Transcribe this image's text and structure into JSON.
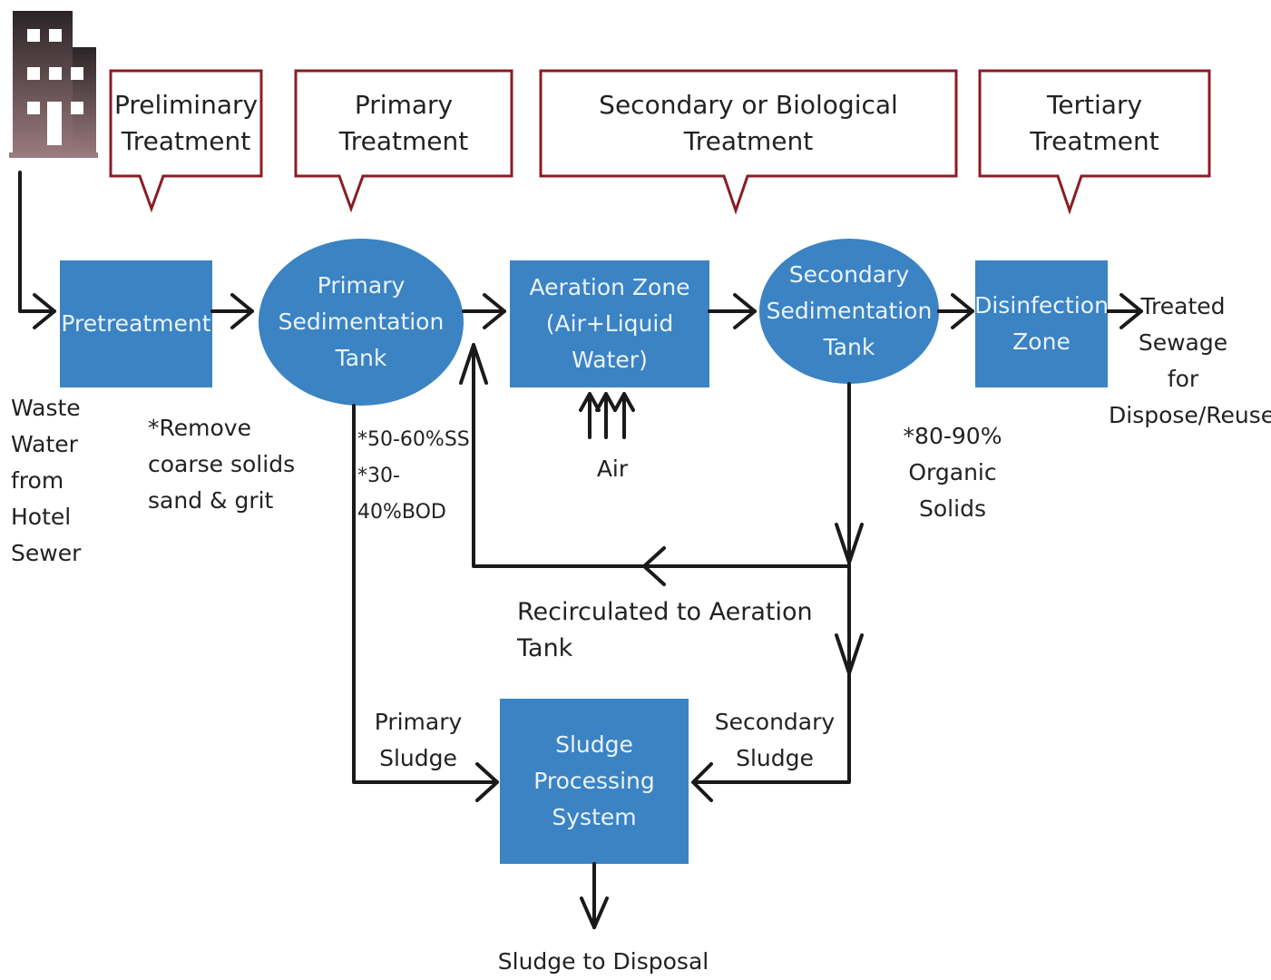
{
  "colors": {
    "node_fill": "#3b83c3",
    "callout_border": "#8b1c24",
    "line": "#1a1a1a",
    "building_top": "#2b2426",
    "building_bottom": "#9a7a7e"
  },
  "icons": {
    "building": "building-icon"
  },
  "stages": [
    {
      "label": "Preliminary\nTreatment"
    },
    {
      "label": "Primary Treatment"
    },
    {
      "label": "Secondary or Biological Treatment"
    },
    {
      "label": "Tertiary Treatment"
    }
  ],
  "nodes": {
    "pretreatment": "Pretreatment",
    "primary_tank": "Primary\nSedimentation\nTank",
    "aeration": "Aeration Zone\n(Air+Liquid Water)",
    "secondary_tank": "Secondary\nSedimentation\nTank",
    "disinfection": "Disinfection\nZone",
    "sludge_processing": "Sludge\nProcessing\nSystem"
  },
  "labels": {
    "input": "Waste\nWater\nfrom\nHotel\nSewer",
    "pretreatment_note": "*Remove\ncoarse solids\nsand & grit",
    "primary_note": "*50-60%SS\n*30-40%BOD",
    "air": "Air",
    "secondary_note": "*80-90% Organic\nSolids",
    "output": "Treated\nSewage\nfor\nDispose/Reuse",
    "recirculated": "Recirculated to Aeration Tank",
    "primary_sludge": "Primary\nSludge",
    "secondary_sludge": "Secondary\nSludge",
    "sludge_disposal": "Sludge to Disposal"
  }
}
